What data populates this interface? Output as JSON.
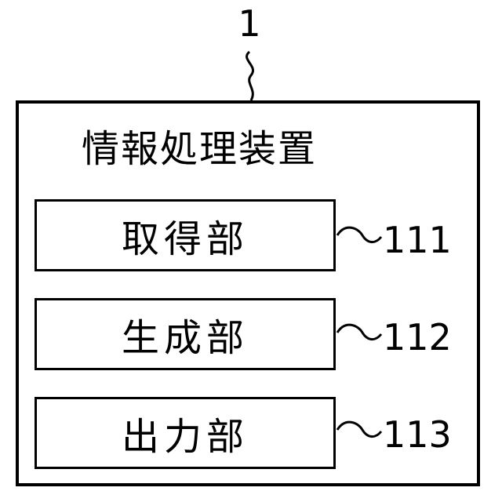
{
  "diagram": {
    "reference_numeral": "1",
    "device": {
      "label": "情報処理装置"
    },
    "units": [
      {
        "label": "取得部",
        "ref": "111"
      },
      {
        "label": "生成部",
        "ref": "112"
      },
      {
        "label": "出力部",
        "ref": "113"
      }
    ]
  }
}
